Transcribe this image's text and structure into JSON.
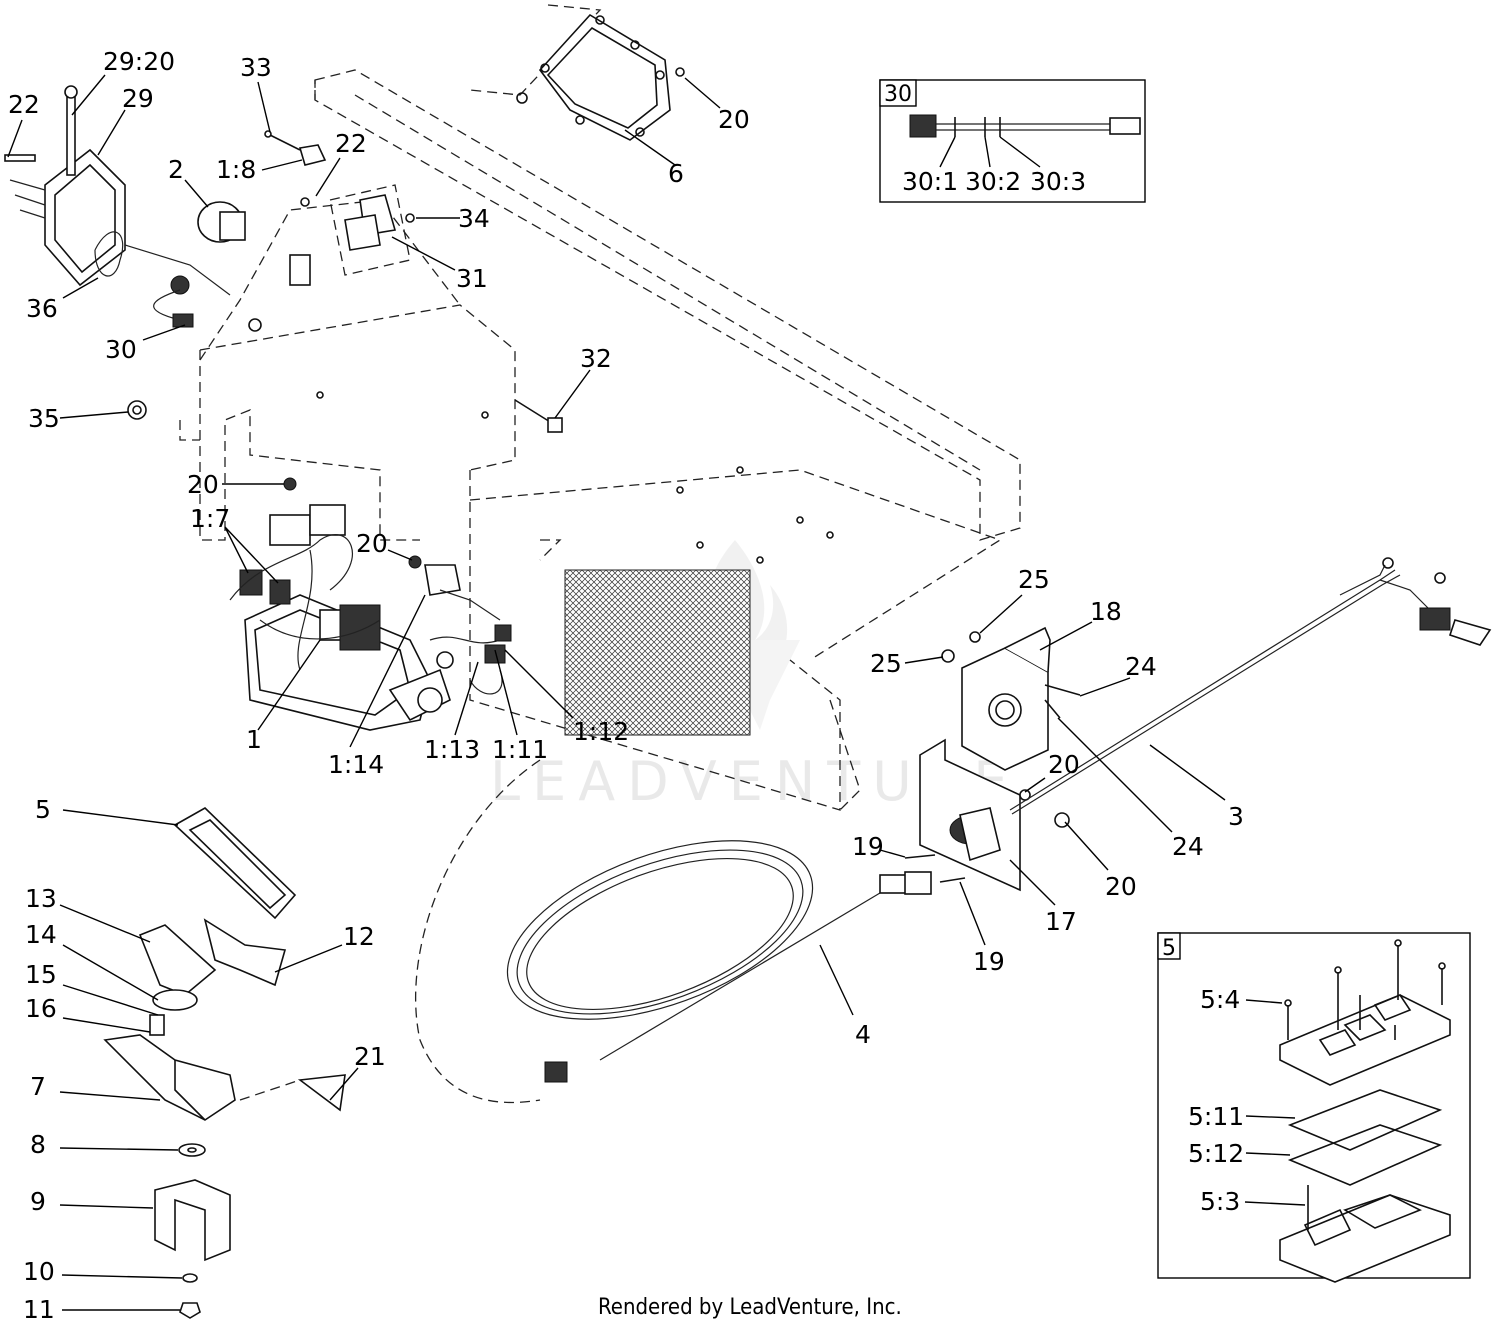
{
  "diagram": {
    "callouts": {
      "c_22a": "22",
      "c_29_20": "29:20",
      "c_29": "29",
      "c_33": "33",
      "c_20a": "20",
      "c_6": "6",
      "c_1_8": "1:8",
      "c_22b": "22",
      "c_2": "2",
      "c_34": "34",
      "c_31": "31",
      "c_36": "36",
      "c_30a": "30",
      "c_32": "32",
      "c_35": "35",
      "c_20b": "20",
      "c_1_7": "1:7",
      "c_20c": "20",
      "c_25a": "25",
      "c_18": "18",
      "c_25b": "25",
      "c_24a": "24",
      "c_1": "1",
      "c_1_14": "1:14",
      "c_1_13": "1:13",
      "c_1_11": "1:11",
      "c_1_12": "1:12",
      "c_20d": "20",
      "c_3": "3",
      "c_24b": "24",
      "c_5a": "5",
      "c_19a": "19",
      "c_20e": "20",
      "c_17": "17",
      "c_19b": "19",
      "c_13": "13",
      "c_12": "12",
      "c_14": "14",
      "c_15": "15",
      "c_16": "16",
      "c_21": "21",
      "c_4": "4",
      "c_7": "7",
      "c_8": "8",
      "c_9": "9",
      "c_10": "10",
      "c_11": "11"
    },
    "inset_30": {
      "tag": "30",
      "labels": [
        "30:1",
        "30:2",
        "30:3"
      ]
    },
    "inset_5": {
      "tag": "5",
      "labels": [
        "5:4",
        "5:11",
        "5:12",
        "5:3"
      ]
    },
    "watermark": "LEADVENTURE",
    "footer": "Rendered by LeadVenture, Inc."
  }
}
